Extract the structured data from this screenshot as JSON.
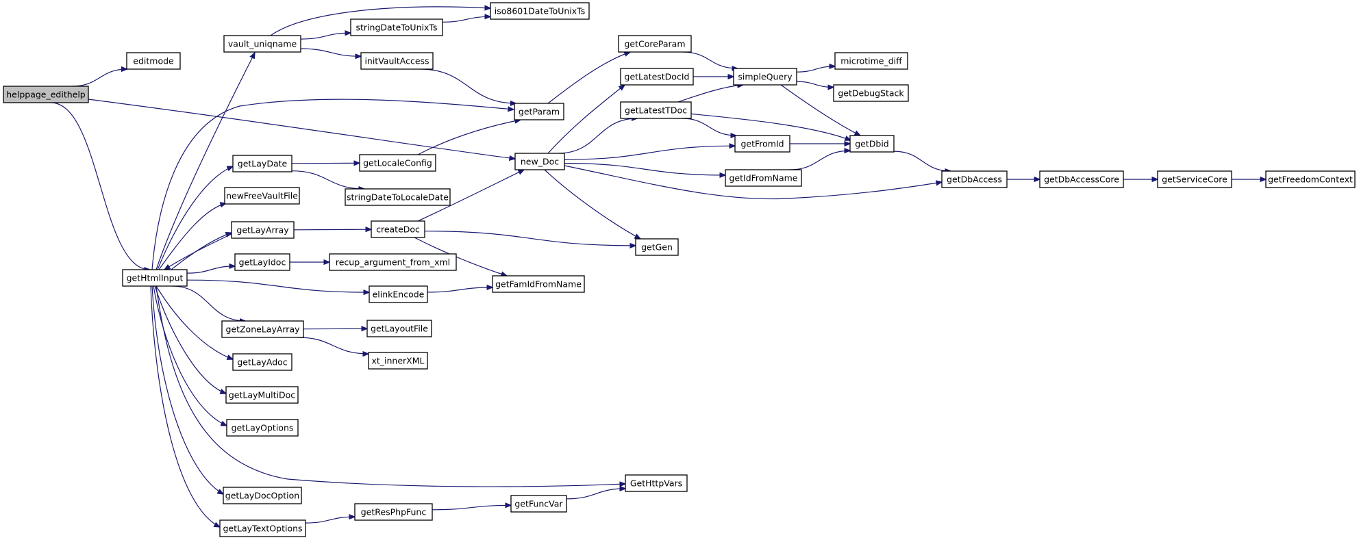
{
  "diagram": {
    "type": "call-graph",
    "root": "helppage_edithelp",
    "colors": {
      "edge": "#191970",
      "root_fill": "#bfbfbf",
      "node_fill": "#ffffff",
      "node_border": "#000000"
    },
    "nodes": [
      {
        "id": "helppage_edithelp",
        "label": "helppage_edithelp"
      },
      {
        "id": "editmode",
        "label": "editmode"
      },
      {
        "id": "getHtmlInput",
        "label": "getHtmlInput"
      },
      {
        "id": "vault_uniqname",
        "label": "vault_uniqname"
      },
      {
        "id": "iso8601DateToUnixTs",
        "label": "iso8601DateToUnixTs"
      },
      {
        "id": "stringDateToUnixTs",
        "label": "stringDateToUnixTs"
      },
      {
        "id": "initVaultAccess",
        "label": "initVaultAccess"
      },
      {
        "id": "getParam",
        "label": "getParam"
      },
      {
        "id": "getCoreParam",
        "label": "getCoreParam"
      },
      {
        "id": "simpleQuery",
        "label": "simpleQuery"
      },
      {
        "id": "microtime_diff",
        "label": "microtime_diff"
      },
      {
        "id": "getDebugStack",
        "label": "getDebugStack"
      },
      {
        "id": "getLatestDocId",
        "label": "getLatestDocId"
      },
      {
        "id": "getLatestTDoc",
        "label": "getLatestTDoc"
      },
      {
        "id": "getFromId",
        "label": "getFromId"
      },
      {
        "id": "getDbid",
        "label": "getDbid"
      },
      {
        "id": "getIdFromName",
        "label": "getIdFromName"
      },
      {
        "id": "getDbAccess",
        "label": "getDbAccess"
      },
      {
        "id": "getDbAccessCore",
        "label": "getDbAccessCore"
      },
      {
        "id": "getServiceCore",
        "label": "getServiceCore"
      },
      {
        "id": "getFreedomContext",
        "label": "getFreedomContext"
      },
      {
        "id": "new_Doc",
        "label": "new_Doc"
      },
      {
        "id": "getLayDate",
        "label": "getLayDate"
      },
      {
        "id": "getLocaleConfig",
        "label": "getLocaleConfig"
      },
      {
        "id": "stringDateToLocaleDate",
        "label": "stringDateToLocaleDate"
      },
      {
        "id": "newFreeVaultFile",
        "label": "newFreeVaultFile"
      },
      {
        "id": "getLayArray",
        "label": "getLayArray"
      },
      {
        "id": "createDoc",
        "label": "createDoc"
      },
      {
        "id": "getGen",
        "label": "getGen"
      },
      {
        "id": "getLayIdoc",
        "label": "getLayIdoc"
      },
      {
        "id": "recup_argument_from_xml",
        "label": "recup_argument_from_xml"
      },
      {
        "id": "elinkEncode",
        "label": "elinkEncode"
      },
      {
        "id": "getFamIdFromName",
        "label": "getFamIdFromName"
      },
      {
        "id": "getZoneLayArray",
        "label": "getZoneLayArray"
      },
      {
        "id": "getLayoutFile",
        "label": "getLayoutFile"
      },
      {
        "id": "xt_innerXML",
        "label": "xt_innerXML"
      },
      {
        "id": "getLayAdoc",
        "label": "getLayAdoc"
      },
      {
        "id": "getLayMultiDoc",
        "label": "getLayMultiDoc"
      },
      {
        "id": "getLayOptions",
        "label": "getLayOptions"
      },
      {
        "id": "GetHttpVars",
        "label": "GetHttpVars"
      },
      {
        "id": "getLayDocOption",
        "label": "getLayDocOption"
      },
      {
        "id": "getLayTextOptions",
        "label": "getLayTextOptions"
      },
      {
        "id": "getResPhpFunc",
        "label": "getResPhpFunc"
      },
      {
        "id": "getFuncVar",
        "label": "getFuncVar"
      }
    ],
    "edges": [
      [
        "helppage_edithelp",
        "editmode"
      ],
      [
        "helppage_edithelp",
        "getHtmlInput"
      ],
      [
        "helppage_edithelp",
        "new_Doc"
      ],
      [
        "vault_uniqname",
        "iso8601DateToUnixTs"
      ],
      [
        "vault_uniqname",
        "stringDateToUnixTs"
      ],
      [
        "vault_uniqname",
        "initVaultAccess"
      ],
      [
        "stringDateToUnixTs",
        "iso8601DateToUnixTs"
      ],
      [
        "initVaultAccess",
        "getParam"
      ],
      [
        "getParam",
        "getCoreParam"
      ],
      [
        "getCoreParam",
        "simpleQuery"
      ],
      [
        "simpleQuery",
        "microtime_diff"
      ],
      [
        "simpleQuery",
        "getDebugStack"
      ],
      [
        "simpleQuery",
        "getDbid"
      ],
      [
        "getLatestDocId",
        "simpleQuery"
      ],
      [
        "getLatestTDoc",
        "simpleQuery"
      ],
      [
        "getLatestTDoc",
        "getFromId"
      ],
      [
        "getLatestTDoc",
        "getDbid"
      ],
      [
        "getFromId",
        "getDbid"
      ],
      [
        "getIdFromName",
        "getDbid"
      ],
      [
        "getDbid",
        "getDbAccess"
      ],
      [
        "getDbAccess",
        "getDbAccessCore"
      ],
      [
        "getDbAccessCore",
        "getServiceCore"
      ],
      [
        "getServiceCore",
        "getFreedomContext"
      ],
      [
        "new_Doc",
        "getLatestDocId"
      ],
      [
        "new_Doc",
        "getLatestTDoc"
      ],
      [
        "new_Doc",
        "getFromId"
      ],
      [
        "new_Doc",
        "getIdFromName"
      ],
      [
        "new_Doc",
        "getDbAccess"
      ],
      [
        "new_Doc",
        "getGen"
      ],
      [
        "getHtmlInput",
        "vault_uniqname"
      ],
      [
        "getHtmlInput",
        "getParam"
      ],
      [
        "getHtmlInput",
        "getLayDate"
      ],
      [
        "getHtmlInput",
        "newFreeVaultFile"
      ],
      [
        "getHtmlInput",
        "getLayArray"
      ],
      [
        "getHtmlInput",
        "getLayIdoc"
      ],
      [
        "getHtmlInput",
        "elinkEncode"
      ],
      [
        "getHtmlInput",
        "getZoneLayArray"
      ],
      [
        "getHtmlInput",
        "getLayAdoc"
      ],
      [
        "getHtmlInput",
        "getLayMultiDoc"
      ],
      [
        "getHtmlInput",
        "getLayOptions"
      ],
      [
        "getHtmlInput",
        "GetHttpVars"
      ],
      [
        "getHtmlInput",
        "getLayDocOption"
      ],
      [
        "getHtmlInput",
        "getLayTextOptions"
      ],
      [
        "getLayArray",
        "getHtmlInput"
      ],
      [
        "getLayDate",
        "getLocaleConfig"
      ],
      [
        "getLayDate",
        "stringDateToLocaleDate"
      ],
      [
        "getLocaleConfig",
        "getParam"
      ],
      [
        "getLayArray",
        "createDoc"
      ],
      [
        "createDoc",
        "new_Doc"
      ],
      [
        "createDoc",
        "getGen"
      ],
      [
        "createDoc",
        "getFamIdFromName"
      ],
      [
        "getLayIdoc",
        "recup_argument_from_xml"
      ],
      [
        "elinkEncode",
        "getFamIdFromName"
      ],
      [
        "getZoneLayArray",
        "getLayoutFile"
      ],
      [
        "getZoneLayArray",
        "xt_innerXML"
      ],
      [
        "getLayTextOptions",
        "getResPhpFunc"
      ],
      [
        "getResPhpFunc",
        "getFuncVar"
      ],
      [
        "getFuncVar",
        "GetHttpVars"
      ]
    ]
  }
}
